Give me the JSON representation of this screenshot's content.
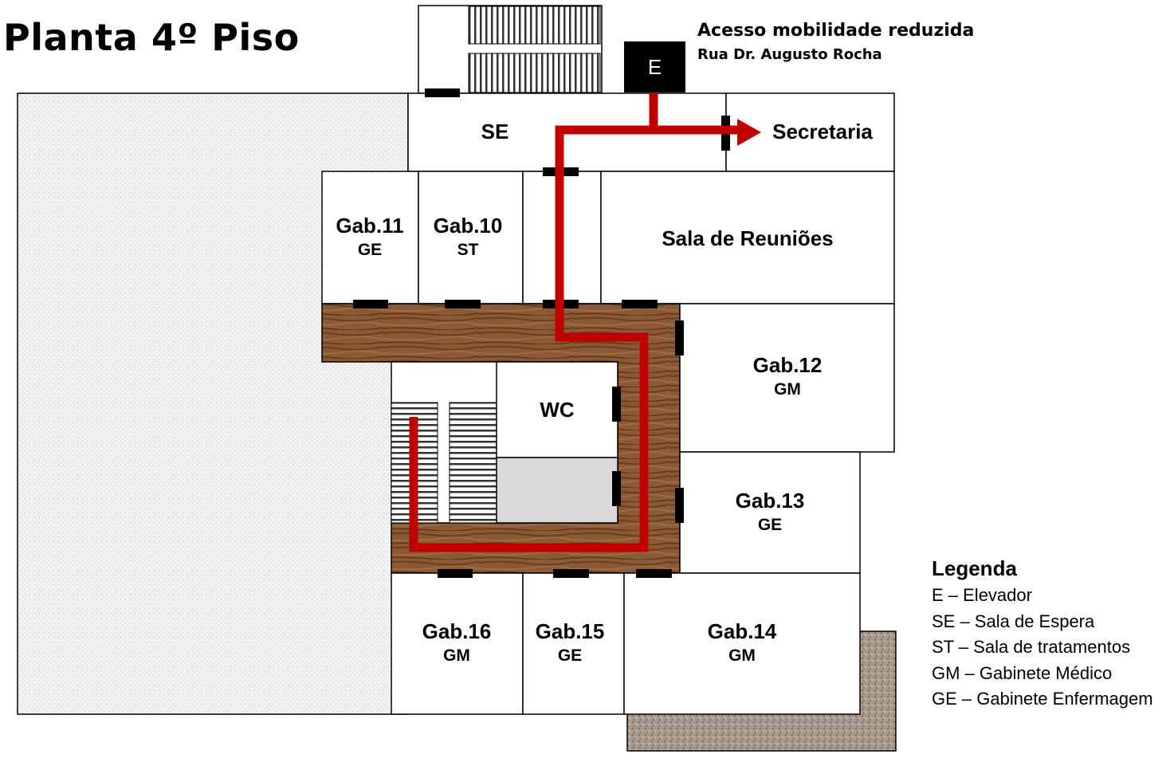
{
  "title": "Planta 4º Piso",
  "access": {
    "heading": "Acesso mobilidade reduzida",
    "street": "Rua Dr. Augusto Rocha",
    "elevator_label": "E"
  },
  "rooms": {
    "se": {
      "name": "SE"
    },
    "secretaria": {
      "name": "Secretaria"
    },
    "gab11": {
      "name": "Gab.11",
      "code": "GE"
    },
    "gab10": {
      "name": "Gab.10",
      "code": "ST"
    },
    "reunioes": {
      "name": "Sala de Reuniões"
    },
    "gab12": {
      "name": "Gab.12",
      "code": "GM"
    },
    "wc": {
      "name": "WC"
    },
    "gab13": {
      "name": "Gab.13",
      "code": "GE"
    },
    "gab16": {
      "name": "Gab.16",
      "code": "GM"
    },
    "gab15": {
      "name": "Gab.15",
      "code": "GE"
    },
    "gab14": {
      "name": "Gab.14",
      "code": "GM"
    }
  },
  "legend": {
    "title": "Legenda",
    "items": [
      "E – Elevador",
      "SE – Sala de Espera",
      "ST – Sala de tratamentos",
      "GM – Gabinete Médico",
      "GE – Gabinete Enfermagem"
    ]
  },
  "colors": {
    "route": "#c00000",
    "wood": "#8a5a35",
    "gravel": "#a89a8c",
    "outline": "#000000"
  }
}
